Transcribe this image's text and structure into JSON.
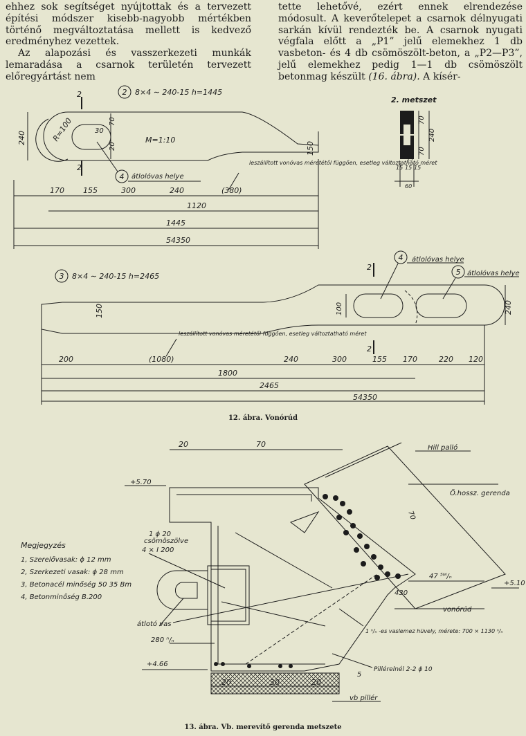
{
  "text": {
    "left_p1": "ehhez sok segítséget nyújtottak és a tervezett építési módszer kisebb-nagyobb mértékben történő megváltoztatása mellett is kedvező eredményhez vezettek.",
    "left_p2": "Az alapozási és vasszerkezeti munkák lemaradása a csarnok területén tervezett előregyártást nem",
    "right_p1": "tette lehetővé, ezért ennek elrendezése módosult. A keverőtelepet a csarnok délnyugati sarkán kívül rendezték be. A csarnok nyugati végfala előtt a „P1” jelű elemekhez 1 db vasbeton- és 4 db csömöszölt-beton, a „P2—P3”, jelű elemekhez pedig 1—1 db csömöszölt betonmag készült",
    "right_ref": "(16. ábra).",
    "right_tail": "A kísér-"
  },
  "fig12": {
    "caption": "12. ábra. Vonórúd",
    "bar2": {
      "label_num": "2",
      "spec": "8×4 ∼ 240-15   h=1445",
      "section_mark": "2",
      "radius": "R=100",
      "inner": "30",
      "dim_20": "20",
      "m_label": "M=1:10",
      "dim_240": "240",
      "dim_150": "150",
      "dim_70": "70",
      "callout_num": "4",
      "callout_text": "átlolóvas helye",
      "note": "leszállított vonóvas méretétől függően, esetleg változtatható méret",
      "dims": [
        "170",
        "155",
        "300",
        "240",
        "(380)"
      ],
      "d1120": "1120",
      "d1445": "1445",
      "d54350": "54350"
    },
    "section": {
      "title": "2. metszet",
      "dims_v": [
        "70",
        "240",
        "70"
      ],
      "dims_h": [
        "15",
        "15",
        "15"
      ],
      "dim_60": "60",
      "dim_15": "15"
    },
    "bar3": {
      "label_num": "3",
      "spec": "8×4 ∼ 240-15   h=2465",
      "section_mark": "2",
      "callout4_num": "4",
      "callout4_text": "átlolóvas helye",
      "callout5_num": "5",
      "callout5_text": "átlolóvas helye",
      "dim_150": "150",
      "dim_100": "100",
      "dim_240": "240",
      "note": "leszállított vonóvas méretétől függően, esetleg változtatható méret",
      "dims": [
        "200",
        "(1080)",
        "240",
        "300",
        "155",
        "170",
        "220",
        "120"
      ],
      "d1800": "1800",
      "d2465": "2465",
      "d54350": "54350"
    }
  },
  "fig13": {
    "caption": "13. ábra. Vb. merevítő gerenda metszete",
    "d20": "20",
    "d70": "70",
    "hill": "Hill palló",
    "level_top": "+5.70",
    "level_right": "+5.10",
    "level_bottom": "+4.66",
    "hossz": "Ö.hossz. gerenda",
    "phi20": "1 ϕ 20",
    "phi20b": "csömöszölve",
    "ibeam": "4 × I 200",
    "legend_title": "Megjegyzés",
    "legend": [
      "1, Szerelővasak: ϕ 12 mm",
      "2, Szerkezeti vasak: ϕ 28 mm",
      "3, Betonacél minőség 50 35 Bm",
      "4, Betonminőség B.200"
    ],
    "atlolo": "átlotó vas",
    "dim_280": "280 ⁿ/ₙ",
    "dim_430": "430",
    "angle": "47 ⁵ᴹ/ₙ",
    "vonorud": "vonórúd",
    "tube_note": "1 ⁿ/ₙ -es vaslemez hüvely, mérete: 700 × 1130 ⁿ/ₙ",
    "pillar_note": "Pillérelnél 2-2 ϕ 10",
    "d5": "5",
    "bottom_dims": [
      "20",
      "30",
      "20"
    ],
    "vb_piller": "vb pillér",
    "dim_big": "70"
  }
}
